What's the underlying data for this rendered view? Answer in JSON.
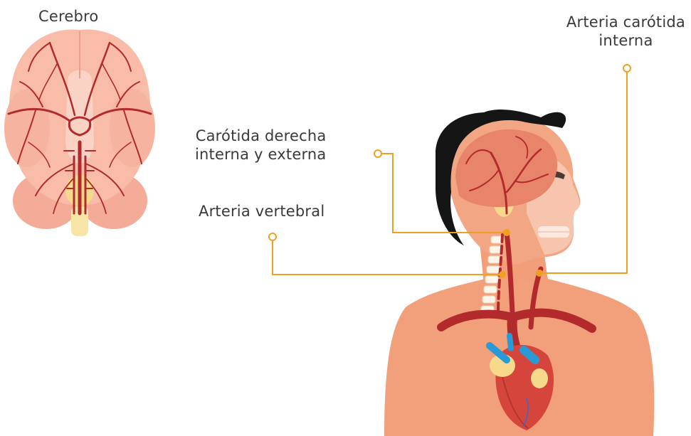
{
  "labels": {
    "brain": "Cerebro",
    "internal_carotid": {
      "line1": "Arteria carótida",
      "line2": "interna"
    },
    "right_carotid": {
      "line1": "Carótida derecha",
      "line2": "interna y externa"
    },
    "vertebral": "Arteria vertebral"
  },
  "colors": {
    "callout_line": "#f0a020",
    "artery": "#b8282a",
    "skin": "#f3a07a",
    "hair": "#141414",
    "brain_pink": "#f7b9a7",
    "vein_blue": "#2a9ad6"
  }
}
